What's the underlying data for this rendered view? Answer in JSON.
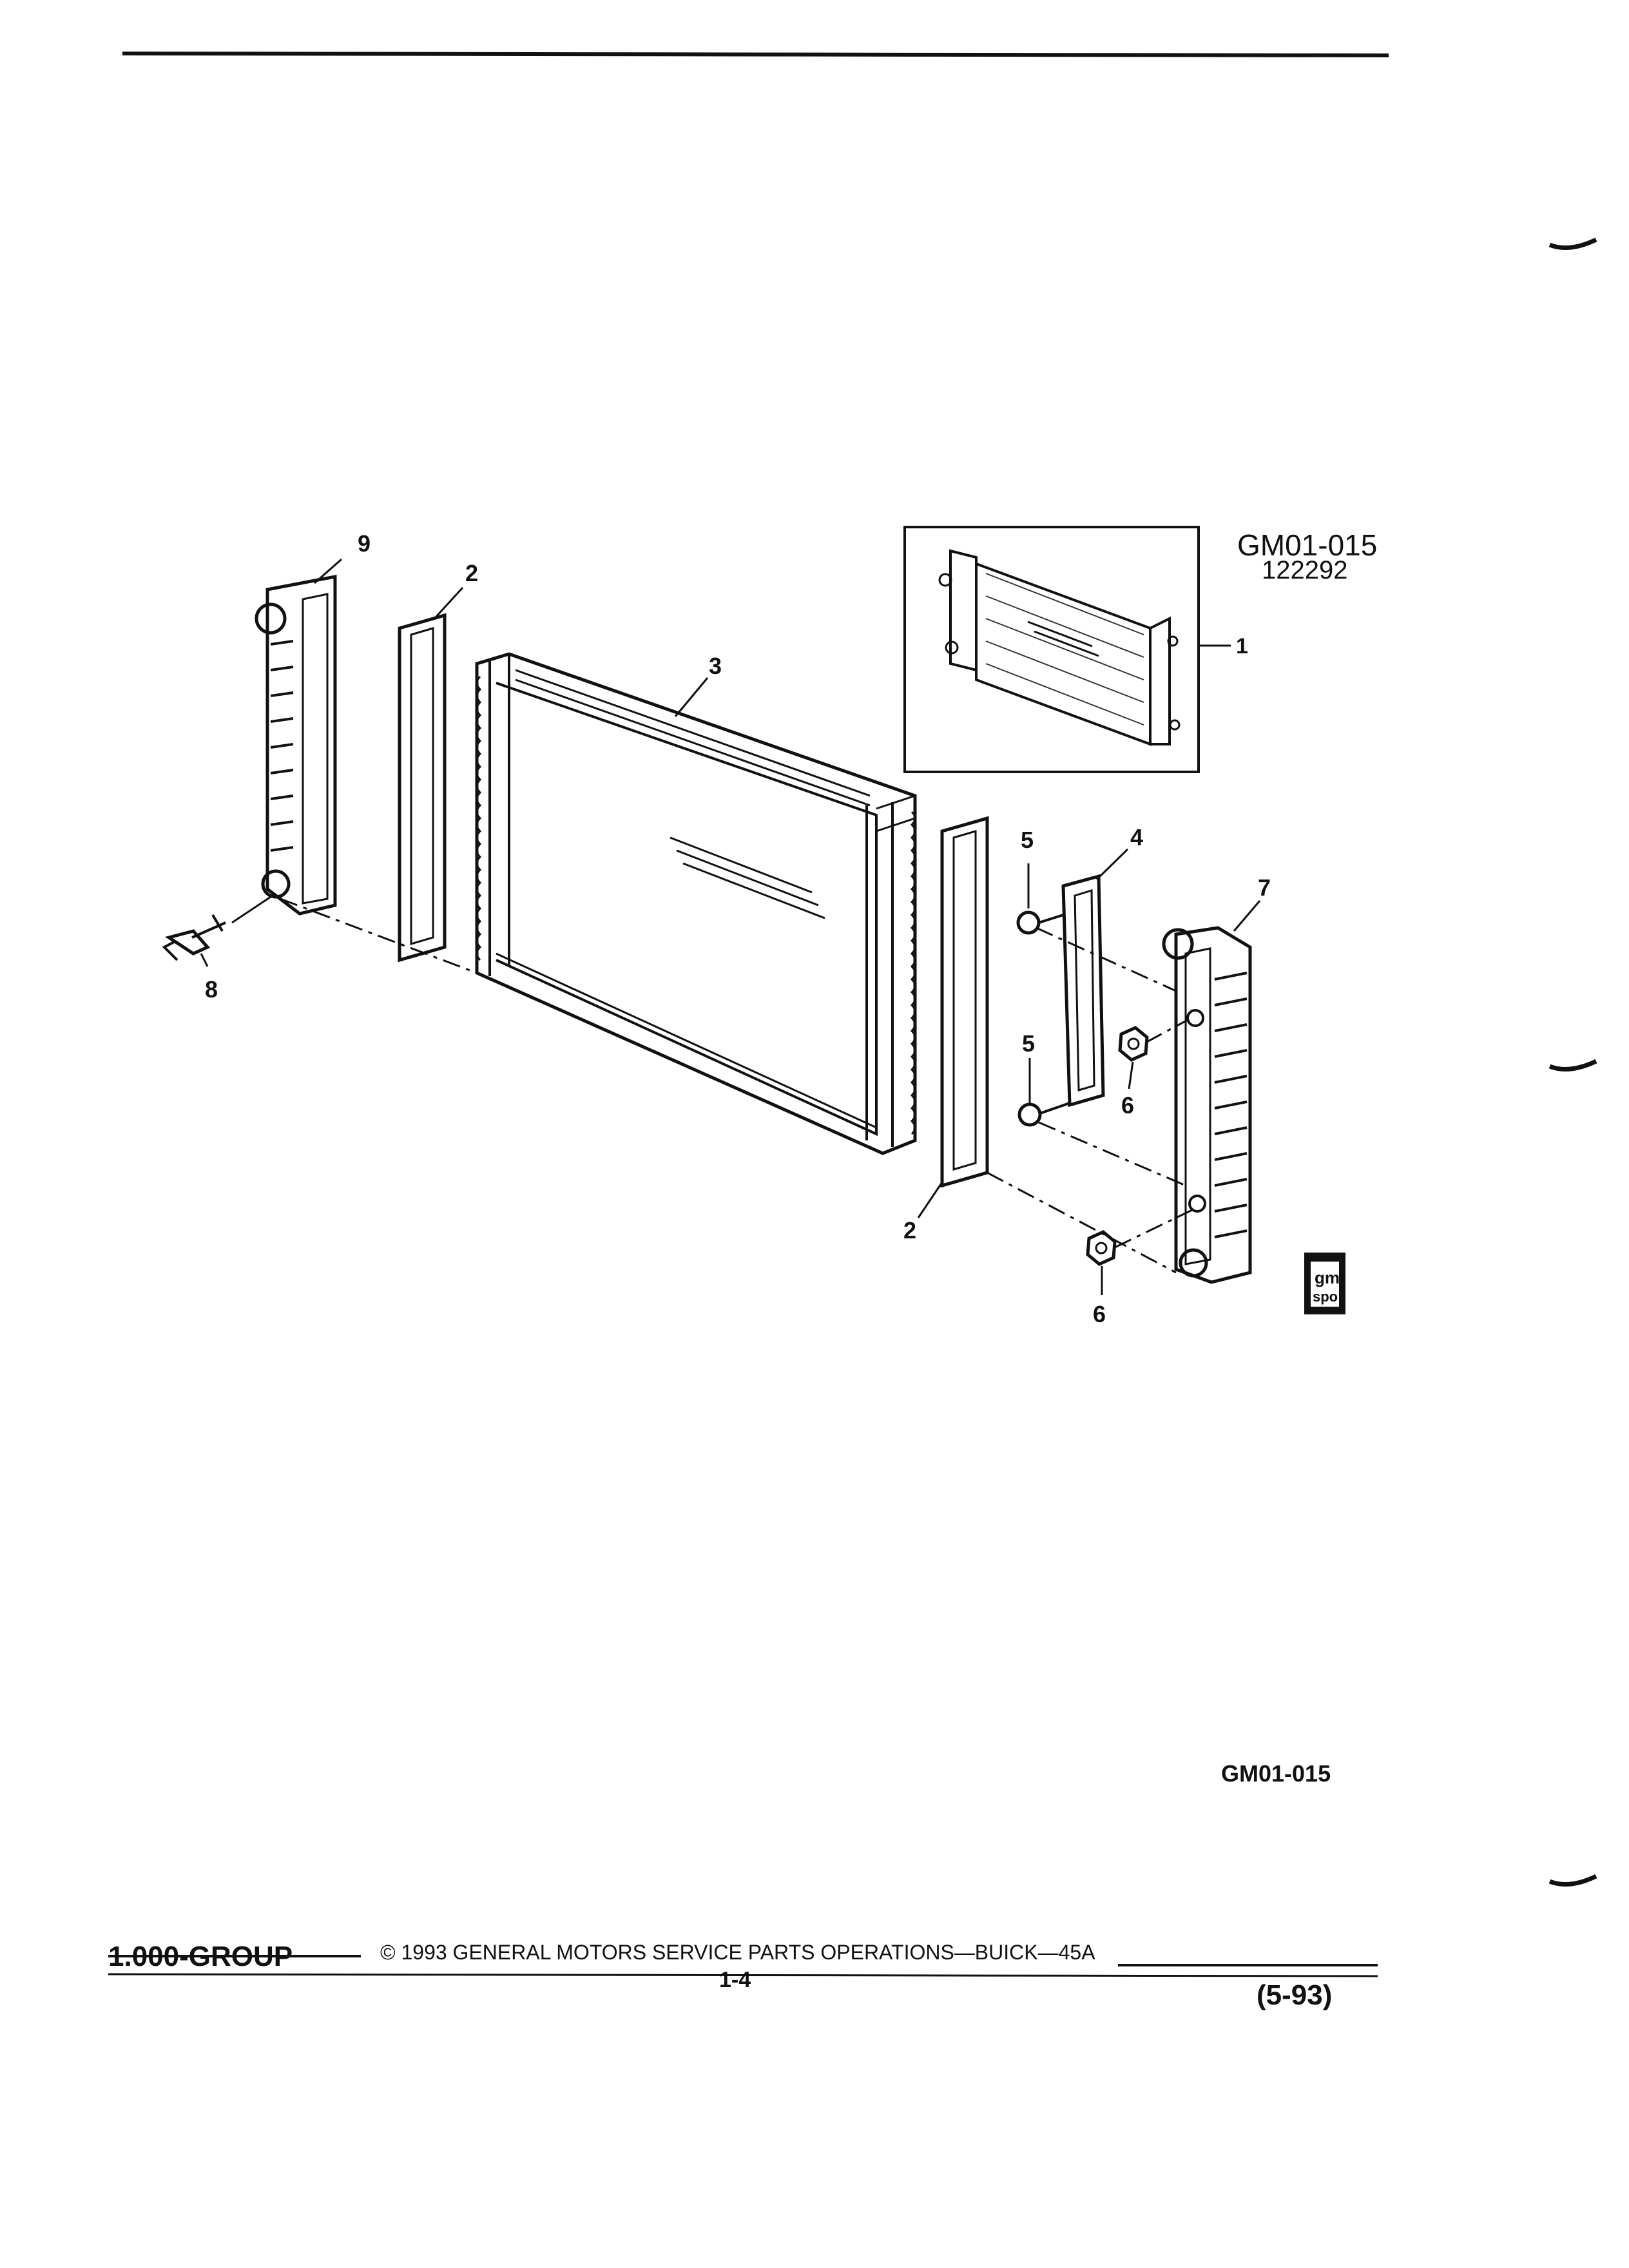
{
  "figure": {
    "id": "GM01-015",
    "date_code": "122292",
    "bottom_code": "GM01-015"
  },
  "callouts": [
    "1",
    "2",
    "2",
    "3",
    "4",
    "5",
    "5",
    "6",
    "6",
    "7",
    "8",
    "9"
  ],
  "logo": {
    "text_top": "gm",
    "text_bottom": "spo"
  },
  "footer": {
    "group": "1.000-GROUP",
    "copyright": "© 1993 GENERAL MOTORS SERVICE PARTS OPERATIONS—BUICK—45A",
    "page": "1-4",
    "date": "(5-93)"
  }
}
